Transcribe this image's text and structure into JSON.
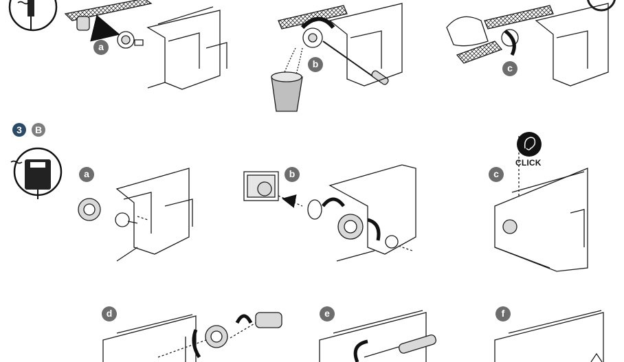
{
  "section": {
    "step_number": "3",
    "variant_letter": "B"
  },
  "step_labels": {
    "top": [
      "a",
      "b",
      "c"
    ],
    "mid": [
      "a",
      "b",
      "c"
    ],
    "bottom": [
      "d",
      "e",
      "f"
    ]
  },
  "click_label": "CLICK",
  "colors": {
    "step_badge": "#2b4a66",
    "variant_badge": "#7d7d7d",
    "label_badge": "#6d6d6d",
    "line": "#1a1a1a",
    "cup_fill": "#bfbfbf",
    "valve_fill": "#d9d9d9"
  },
  "icons": [
    "water-supply-icon",
    "ear-icon",
    "screwdriver-icon",
    "cup-icon",
    "hose-icon"
  ]
}
